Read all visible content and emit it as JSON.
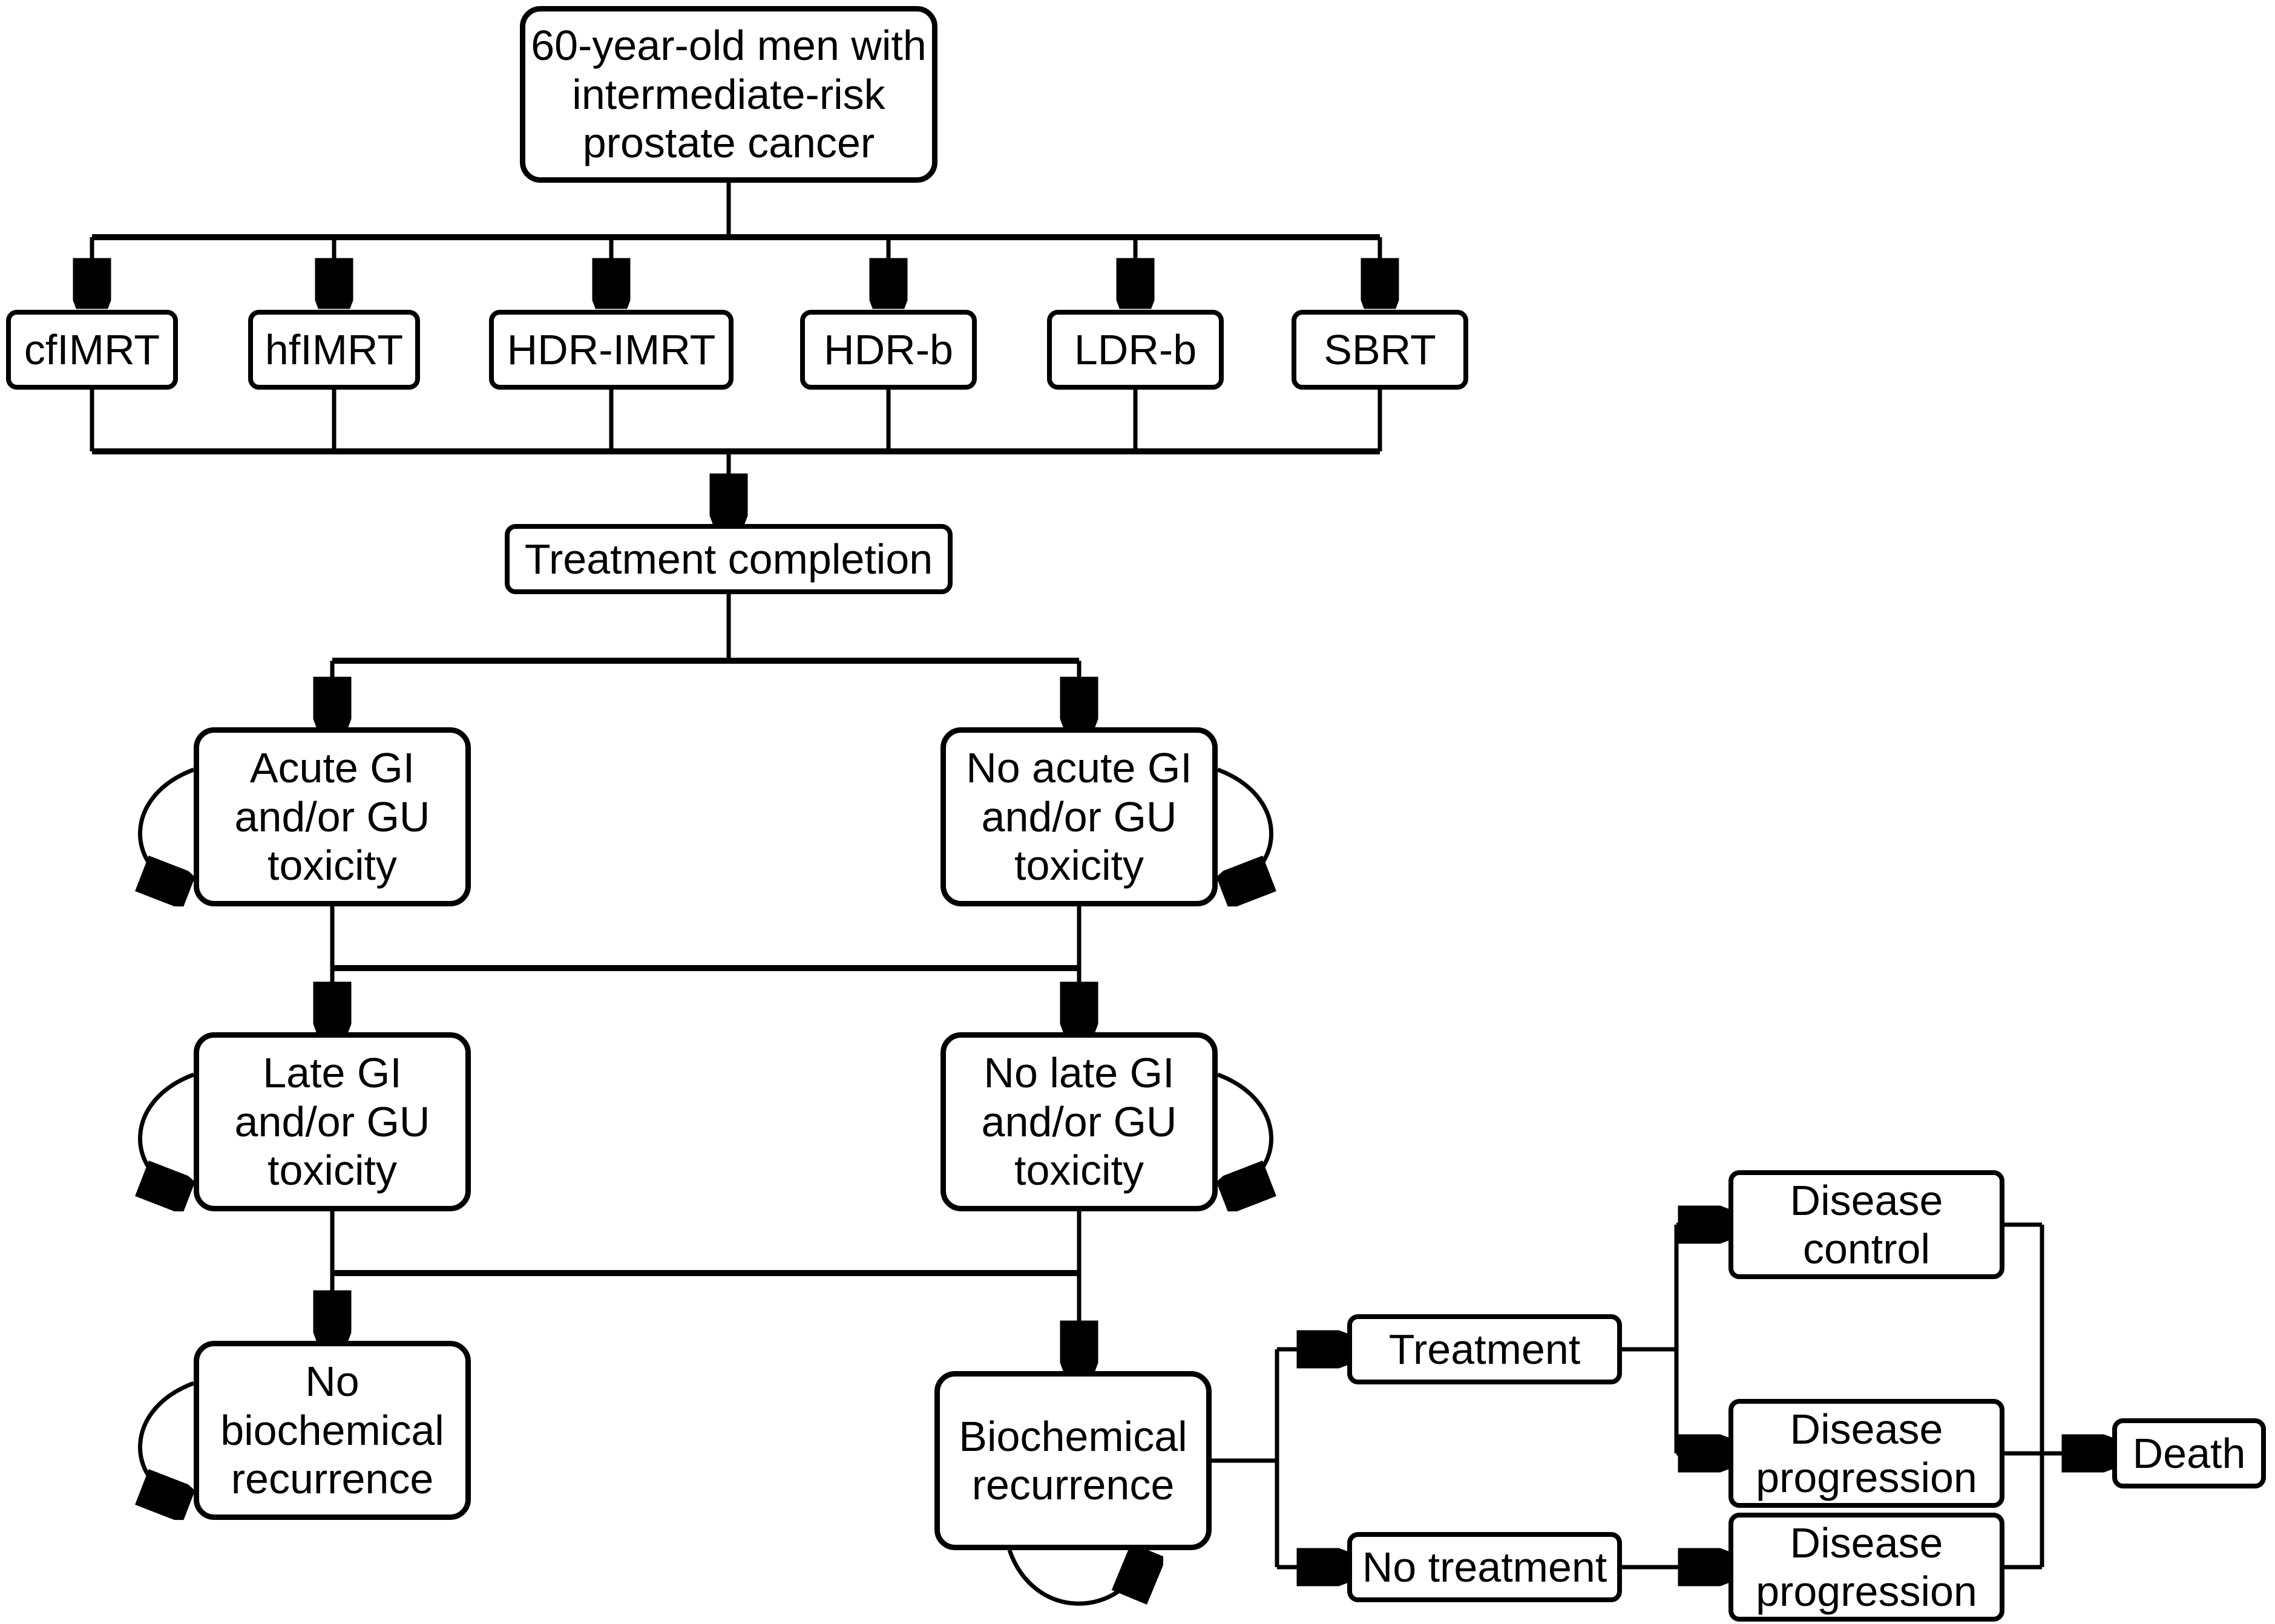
{
  "nodes": {
    "start": {
      "label": "60-year-old men with\nintermediate-risk\nprostate cancer"
    },
    "cfimrt": {
      "label": "cfIMRT"
    },
    "hfimrt": {
      "label": "hfIMRT"
    },
    "hdr_imrt": {
      "label": "HDR-IMRT"
    },
    "hdr_b": {
      "label": "HDR-b"
    },
    "ldr_b": {
      "label": "LDR-b"
    },
    "sbrt": {
      "label": "SBRT"
    },
    "completion": {
      "label": "Treatment completion"
    },
    "acute": {
      "label": "Acute GI\nand/or GU\ntoxicity"
    },
    "no_acute": {
      "label": "No acute GI\nand/or GU\ntoxicity"
    },
    "late": {
      "label": "Late GI\nand/or GU\ntoxicity"
    },
    "no_late": {
      "label": "No late GI\nand/or GU\ntoxicity"
    },
    "no_biorec": {
      "label": "No\nbiochemical\nrecurrence"
    },
    "biorec": {
      "label": "Biochemical\nrecurrence"
    },
    "treatment": {
      "label": "Treatment"
    },
    "no_treatment": {
      "label": "No treatment"
    },
    "control": {
      "label": "Disease\ncontrol"
    },
    "prog_treated": {
      "label": "Disease\nprogression"
    },
    "prog_untreated": {
      "label": "Disease\nprogression"
    },
    "death": {
      "label": "Death"
    }
  },
  "colors": {
    "line": "#000000",
    "node_fill": "#ffffff",
    "node_border": "#000000",
    "background": "#ffffff"
  }
}
